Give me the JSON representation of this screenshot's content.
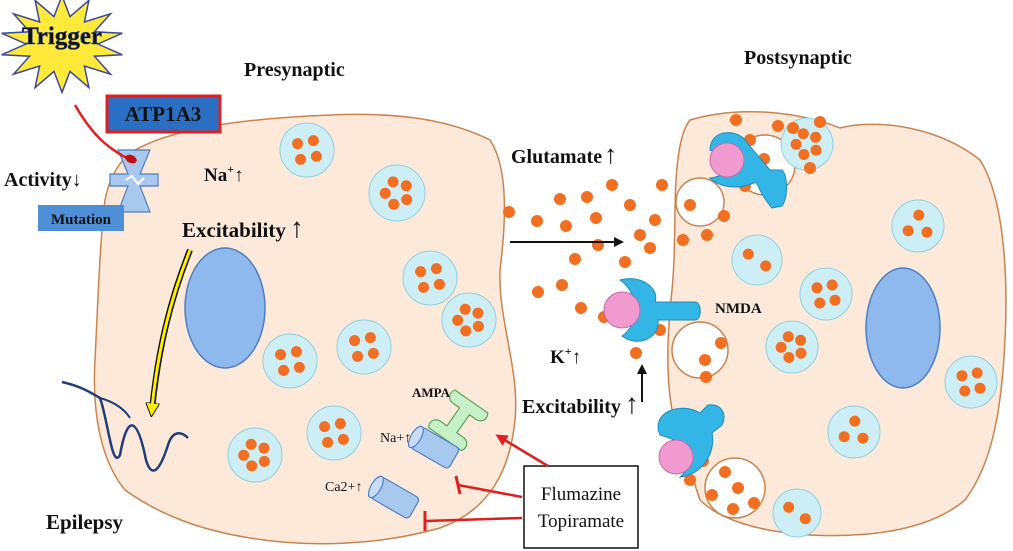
{
  "labels": {
    "trigger": "Trigger",
    "gene": "ATP1A3",
    "presynaptic": "Presynaptic",
    "postsynaptic": "Postsynaptic",
    "activity": "Activity",
    "mutation": "Mutation",
    "na_pre": "Na",
    "excitability_pre": "Excitability",
    "glutamate": "Glutamate",
    "nmda": "NMDA",
    "k": "K",
    "excitability_post": "Excitability",
    "ampa": "AMPA",
    "na_channel": "Na+↑",
    "ca_channel": "Ca2+↑",
    "drug_1": "Flumazine",
    "drug_2": "Topiramate",
    "epilepsy": "Epilepsy"
  },
  "symbols": {
    "down_arrow": "↓",
    "up_arrow": "↑",
    "plus": "+"
  },
  "colors": {
    "cell_fill": "#fde9da",
    "cell_stroke": "#c9834f",
    "vesicle_fill": "#cdeef5",
    "vesicle_stroke": "#8fd0df",
    "dot": "#f26f21",
    "nucleus": "#8fb8ec",
    "receptor": "#33b6e6",
    "receptor_core": "#f09ad0",
    "ampa": "#c8f0c8",
    "channel": "#a9c8ee",
    "trigger_star": "#ffe93a",
    "trigger_text": "#5b7fc2",
    "gene_box": "#2a6fc4",
    "gene_border": "#e02020",
    "mutation_box": "#4f8fd6",
    "inhibit": "#dd1f1f",
    "epilepsy_trace": "#1f3e7a"
  }
}
